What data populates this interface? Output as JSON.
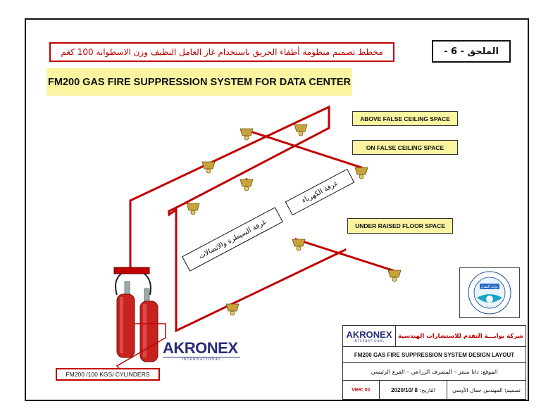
{
  "title_ar": "مخطط تصميم منظومة أطفاء الحريق باستخدام غاز العامل النظيف وزن الاسطوانة 100 كغم",
  "annex_label": "الملحق - 6 -",
  "title_en": "FM200 GAS FIRE SUPPRESSION SYSTEM FOR DATA CENTER",
  "legend": {
    "above": "ABOVE FALSE CEILING SPACE",
    "on": "ON FALSE CEILING SPACE",
    "under": "UNDER RAISED FLOOR SPACE"
  },
  "rooms": {
    "electric": "غرفة الكهرباء",
    "control": "غرفة السيطرة والاتصالات"
  },
  "cylinders_label": "FM200 /100 KGS/ CYLINDERS",
  "brand": {
    "name": "AKRONEX",
    "sub": "INTERNATIONAL"
  },
  "logo_text": "بوابة التقدم",
  "title_block": {
    "company_ar": "شركة بوابـــة التقدم للاستشارات الهندسية",
    "brand_small": "AKRONEX",
    "brand_small_sub": "INTERNATIONAL",
    "layout": "FM200 GAS FIRE SUPPRESSION SYSTEM DESIGN LAYOUT",
    "location": "الموقع: داتا سنتر – المصرف الزراعي – الفرع الرئيسي",
    "version": "VER: 01",
    "date": "2020/10/ 8",
    "date_label": "التاريخ:",
    "designer": "تصميم: المهندس جمال الأوسي"
  },
  "colors": {
    "pipe": "#c00000",
    "accent_red": "#c00000",
    "label_yellow": "#fbf5a2",
    "brand_blue": "#2a2f7a"
  }
}
